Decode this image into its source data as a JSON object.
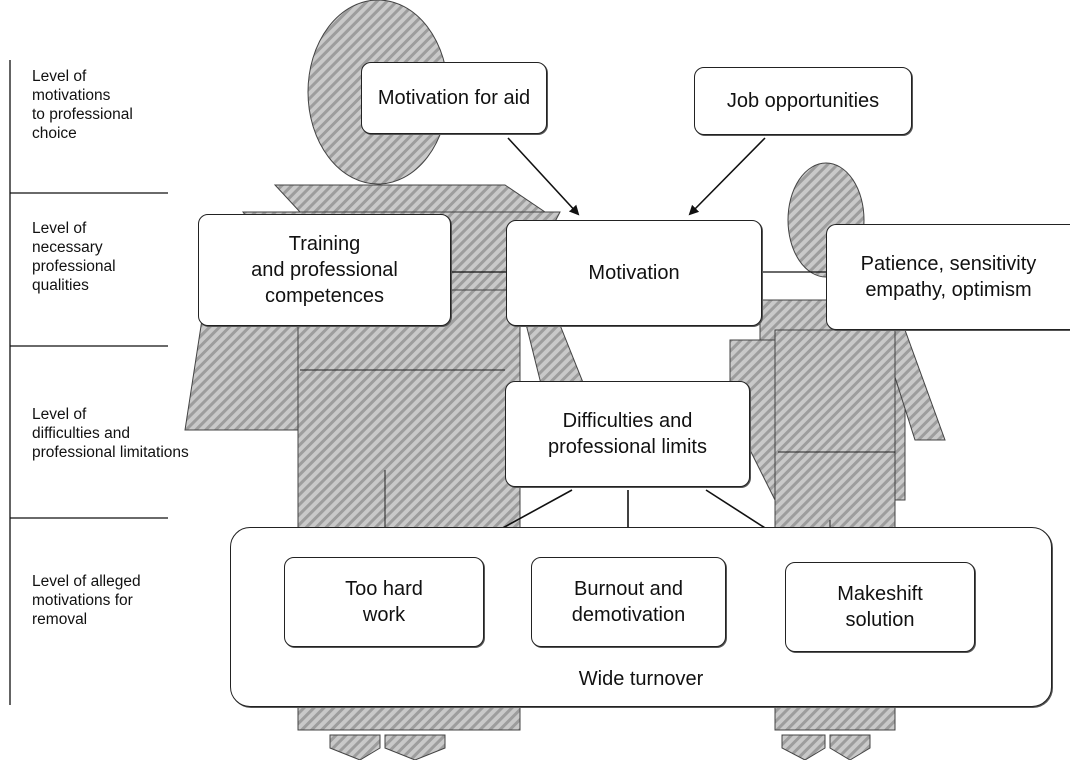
{
  "levels": [
    {
      "label": "Level of\nmotivations\nto professional\nchoice"
    },
    {
      "label": "Level of\nnecessary\nprofessional\nqualities"
    },
    {
      "label": "Level of\ndifficulties and\nprofessional limitations"
    },
    {
      "label": "Level of alleged\nmotivations for\nremoval"
    }
  ],
  "boxes": {
    "motivation_for_aid": "Motivation for aid",
    "job_opportunities": "Job opportunities",
    "training": "Training\nand professional\ncompetences",
    "motivation": "Motivation",
    "patience": "Patience, sensitivity\nempathy, optimism",
    "difficulties": "Difficulties and\nprofessional limits",
    "too_hard_work": "Too hard\nwork",
    "burnout": "Burnout and\ndemotivation",
    "makeshift": "Makeshift\nsolution"
  },
  "outcome_label": "Wide turnover",
  "colors": {
    "figure_fill": "#c9c9c9",
    "figure_pattern": "#8e8e8e",
    "line": "#111111"
  }
}
